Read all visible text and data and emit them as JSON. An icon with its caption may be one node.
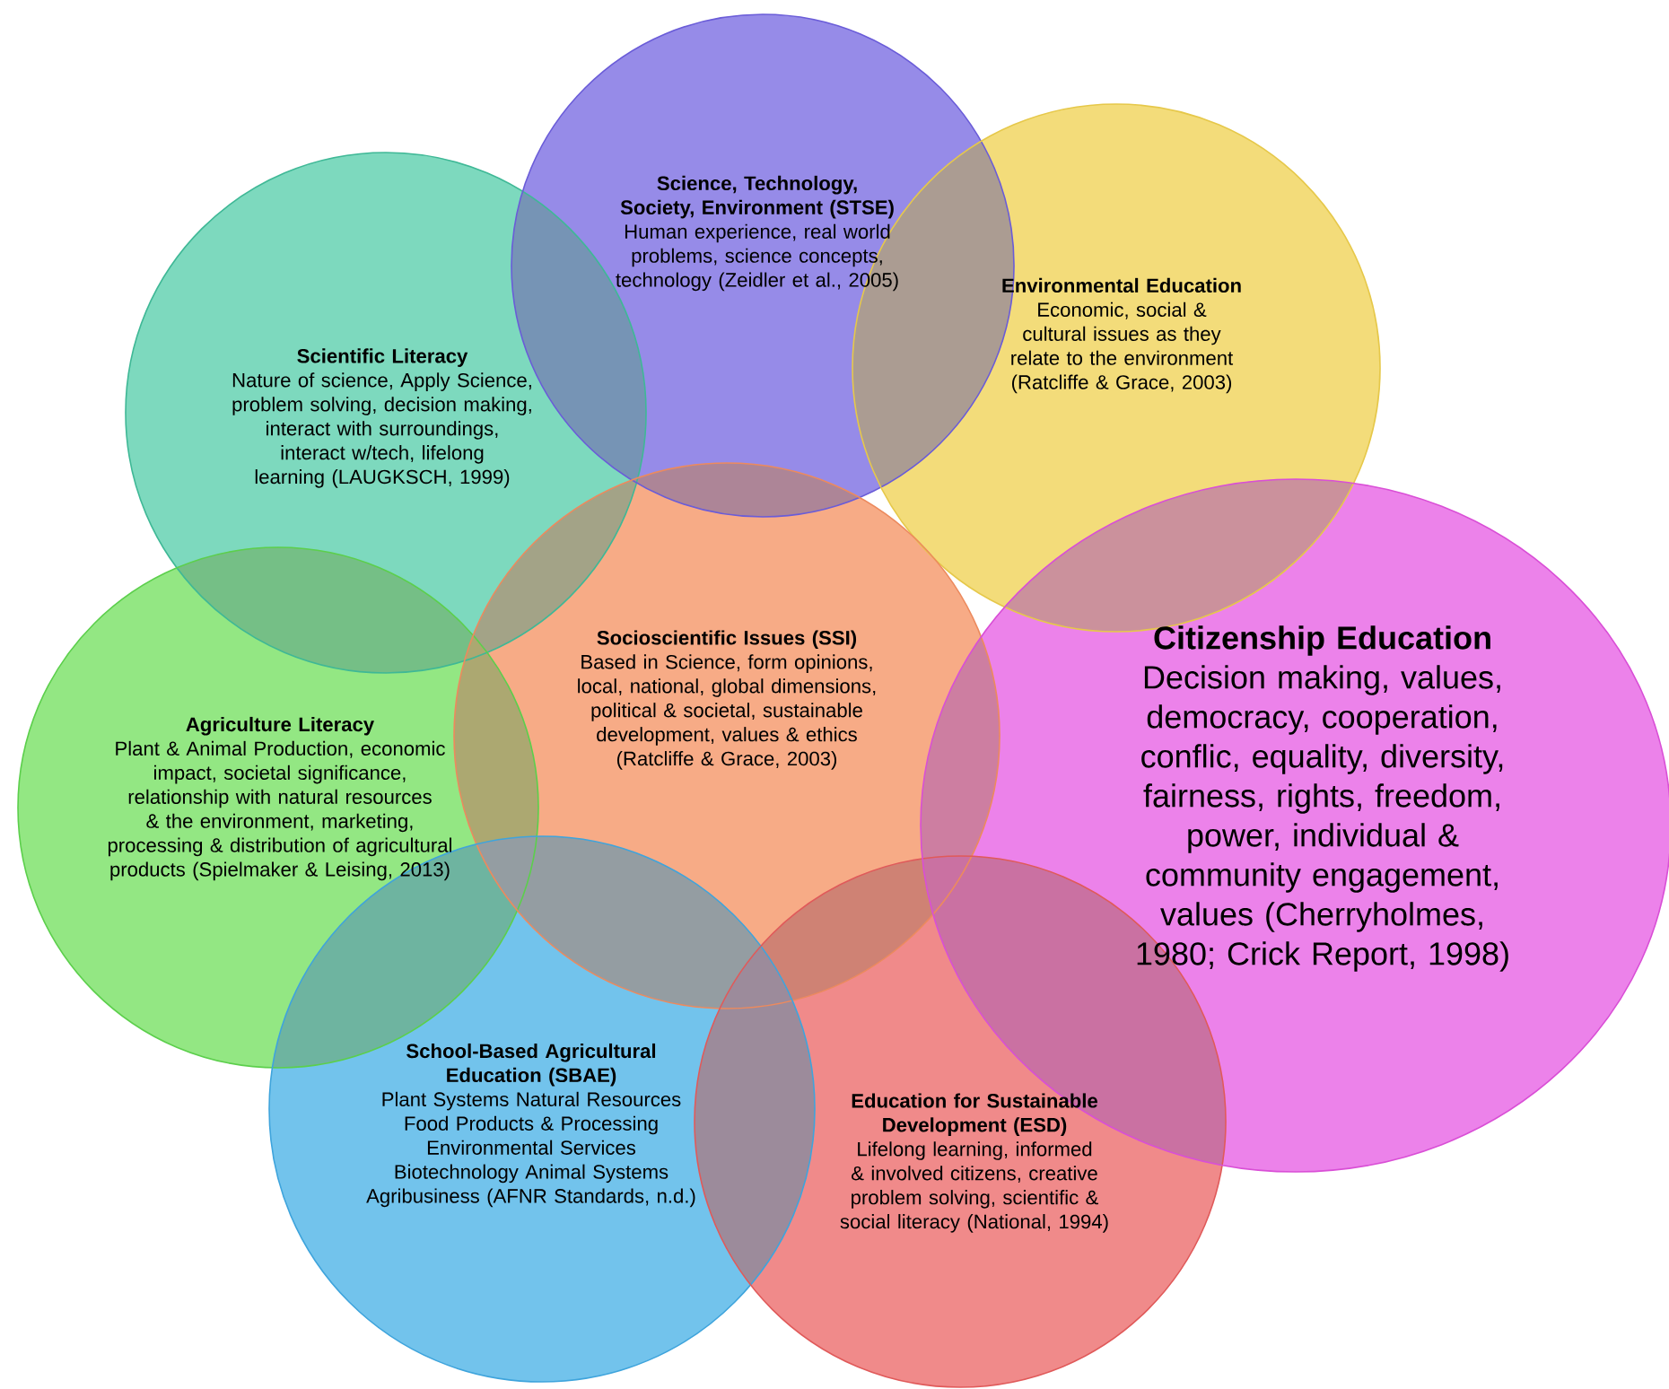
{
  "diagram": {
    "nodes": [
      {
        "text": [
          "Scientific Literacy",
          "Nature of science, Apply Science, problem solving, decision making, interact with surroundings, interact w/tech, lifelong learning (LAUGKSCH, 1999)"
        ]
      },
      {
        "text": [
          "Science, Technology, Society, Environment (STSE)",
          "Human experience, real world problems, science concepts, technology (Zeidler et al., 2005)"
        ]
      },
      {
        "text": [
          "Environmental Education",
          "Economic, social & cultural issues as they relate to the environment (Ratcliffe & Grace, 2003)"
        ]
      },
      {
        "text": [
          "Agriculture Literacy",
          "Plant & Animal Production, economic impact, societal significance, relationship with natural resources & the environment, marketing, processing & distribution of agricultural products (Spielmaker & Leising, 2013)"
        ]
      },
      {
        "text": [
          "Socioscientific Issues (SSI)",
          "Based in Science, form opinions, local, national, global dimensions, political & societal, sustainable development, values & ethics (Ratcliffe & Grace, 2003)"
        ]
      },
      {
        "text": [
          "Citizenship Education",
          "Decision making, values, democracy, cooperation, conflic, equality, diversity, fairness, rights, freedom, power, individual & community engagement, values (Cherryholmes, 1980; Crick Report, 1998)"
        ]
      },
      {
        "text": [
          "School-Based Agricultural Education (SBAE)",
          "Plant Systems Natural Resources Food Products & Processing Environmental Services Biotechnology Animal Systems Agribusiness (AFNR Standards, n.d.)"
        ]
      },
      {
        "text": [
          "Education for Sustainable Development (ESD)",
          "Lifelong learning, informed & involved citizens, creative problem solving, scientific & social literacy (National, 1994)"
        ]
      }
    ]
  }
}
